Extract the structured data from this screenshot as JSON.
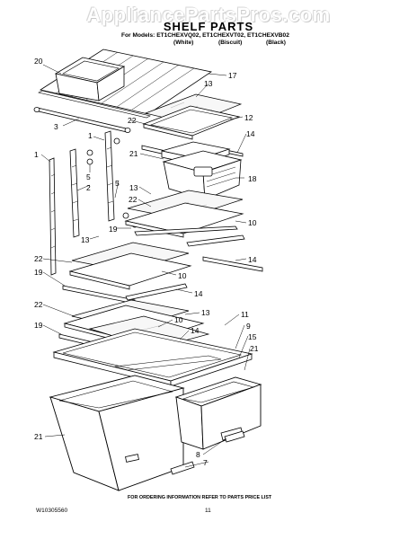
{
  "watermark": "AppliancePartsPros.com",
  "title": "SHELF PARTS",
  "models_line": "For Models: ET1CHEXVQ02, ET1CHEXVT02, ET1CHEXVB02",
  "colors": {
    "white": "(White)",
    "biscuit": "(Biscuit)",
    "black": "(Black)"
  },
  "callouts": {
    "c20": "20",
    "c17": "17",
    "c13a": "13",
    "c3": "3",
    "c22a": "22",
    "c12": "12",
    "c1a": "1",
    "c1b": "1",
    "c14a": "14",
    "c21a": "21",
    "c5a": "5",
    "c18": "18",
    "c2": "2",
    "c5b": "5",
    "c13b": "13",
    "c22b": "22",
    "c10a": "10",
    "c19a": "19",
    "c13c": "13",
    "c14b": "14",
    "c22c": "22",
    "c19b": "19",
    "c10b": "10",
    "c14c": "14",
    "c22d": "22",
    "c13d": "13",
    "c11": "11",
    "c10c": "10",
    "c19c": "19",
    "c9": "9",
    "c14d": "14",
    "c15": "15",
    "c21b": "21",
    "c21c": "21",
    "c8": "8",
    "c7": "7"
  },
  "footer": {
    "ordering_info": "FOR ORDERING INFORMATION REFER TO PARTS PRICE LIST",
    "doc_number": "W10305560",
    "page_number": "11"
  }
}
